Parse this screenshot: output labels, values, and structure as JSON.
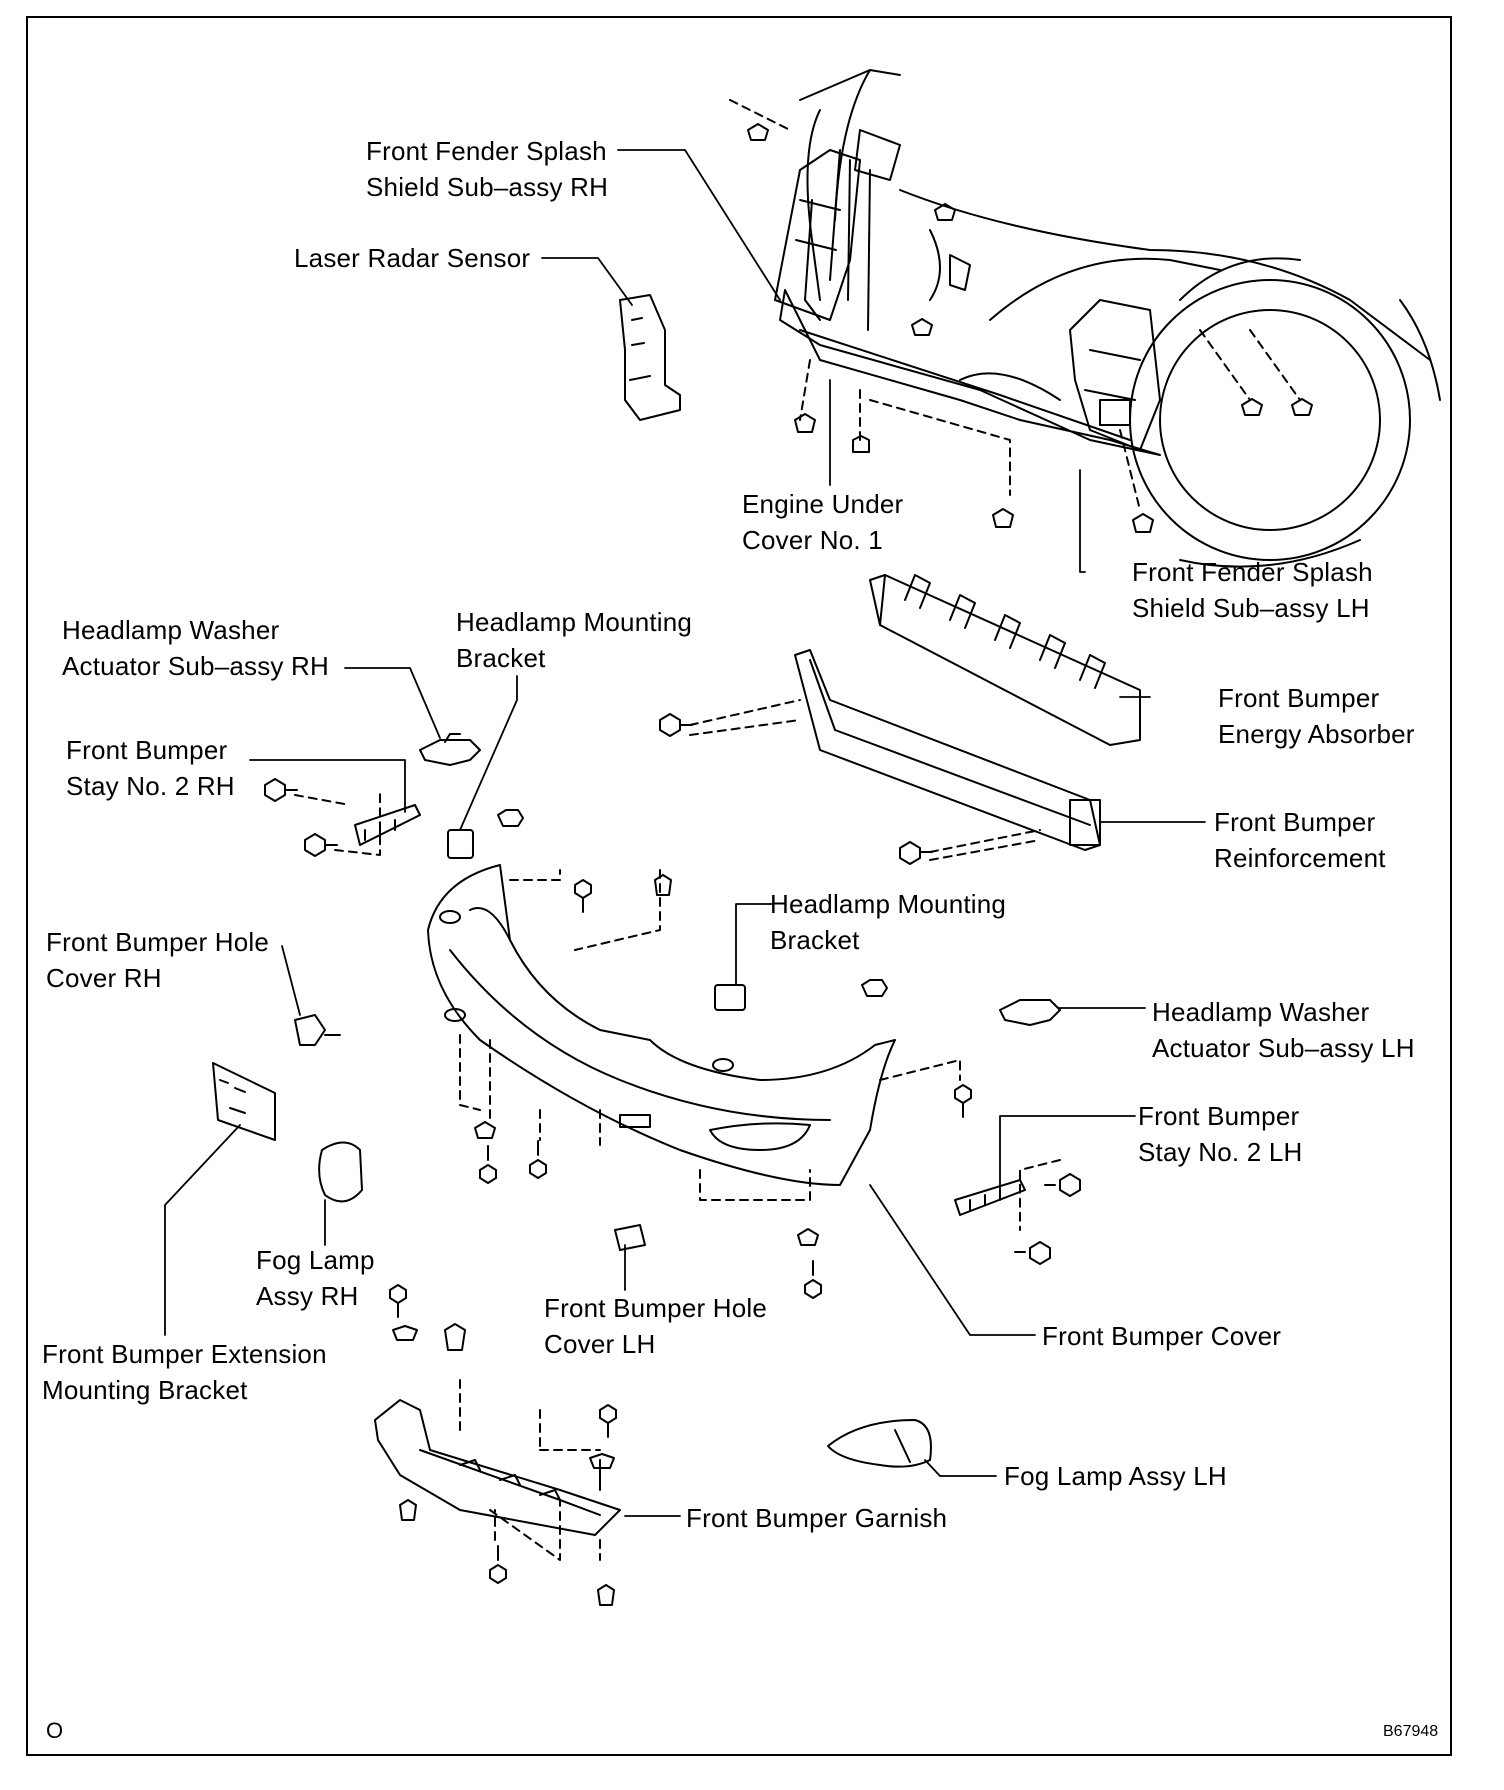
{
  "diagram": {
    "labels": {
      "front_fender_splash_shield_rh": "Front Fender Splash\nShield Sub–assy RH",
      "laser_radar_sensor": "Laser Radar Sensor",
      "engine_under_cover": "Engine Under\nCover No. 1",
      "front_fender_splash_shield_lh": "Front Fender Splash\nShield Sub–assy LH",
      "headlamp_washer_actuator_rh": "Headlamp Washer\nActuator Sub–assy RH",
      "headlamp_mounting_bracket_upper": "Headlamp Mounting\nBracket",
      "front_bumper_energy_absorber": "Front Bumper\nEnergy Absorber",
      "front_bumper_stay_rh": "Front Bumper\nStay No. 2 RH",
      "front_bumper_reinforcement": "Front Bumper\nReinforcement",
      "headlamp_mounting_bracket_lower": "Headlamp Mounting\nBracket",
      "front_bumper_hole_cover_rh": "Front Bumper Hole\nCover RH",
      "headlamp_washer_actuator_lh": "Headlamp Washer\nActuator Sub–assy LH",
      "front_bumper_stay_lh": "Front Bumper\nStay No. 2 LH",
      "fog_lamp_assy_rh": "Fog Lamp\nAssy RH",
      "front_bumper_hole_cover_lh": "Front Bumper Hole\nCover LH",
      "front_bumper_cover": "Front Bumper Cover",
      "front_bumper_extension_bracket": "Front Bumper Extension\nMounting Bracket",
      "fog_lamp_assy_lh": "Fog Lamp Assy LH",
      "front_bumper_garnish": "Front Bumper Garnish"
    },
    "corner_mark": "O",
    "figure_code": "B67948"
  }
}
